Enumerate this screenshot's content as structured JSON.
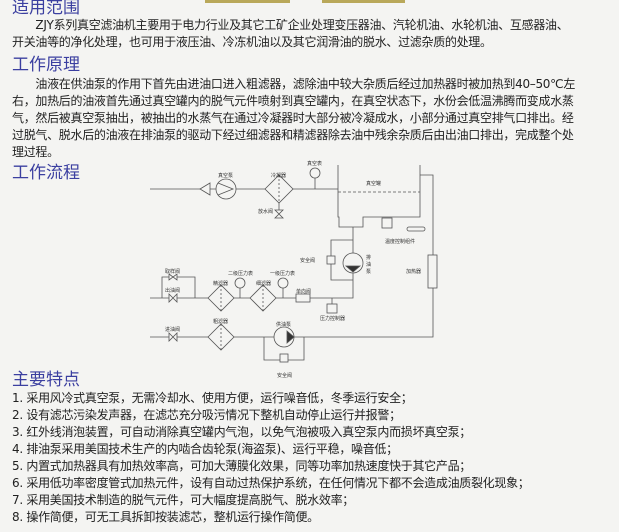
{
  "sections": {
    "scope": {
      "title": "适用范围",
      "lines": [
        "　　ZJY系列真空滤油机主要用于电力行业及其它工矿企业处理变压器油、汽轮机油、水轮机油、互感器油、",
        "开关油等的净化处理，也可用于液压油、冷冻机油以及其它润滑油的脱水、过滤杂质的处理。"
      ]
    },
    "principle": {
      "title": "工作原理",
      "lines": [
        "　　油液在供油泵的作用下首先由进油口进入粗滤器，滤除油中较大杂质后经过加热器时被加热到40–50℃左",
        "右，加热后的油液首先通过真空罐内的脱气元件喷射到真空罐内，在真空状态下，水份会低温沸腾而变成水蒸",
        "气，然后被真空泵抽出，被抽出的水蒸气在通过冷凝器时大部分被冷凝成水，小部分通过真空排气口排出。经",
        "过脱气、脱水后的油液在排油泵的驱动下经过细滤器和精滤器除去油中残余杂质后由出油口排出，完成整个处",
        "理过程。"
      ]
    },
    "flow": {
      "title": "工作流程",
      "labels": {
        "vacuum_gauge": "真空表",
        "vacuum_pump": "真空泵",
        "condenser": "冷凝器",
        "drain_valve": "放水阀",
        "vacuum_tank": "真空罐",
        "temp_control": "温度控制组件",
        "heater": "加热器",
        "discharge_pump": "排油泵",
        "safety_valve_1": "安全阀",
        "sampling_valve": "取样阀",
        "outlet_valve": "出油阀",
        "fine_filter": "精滤器",
        "gauge_2": "二级压力表",
        "medium_filter": "细滤器",
        "gauge_1": "一级压力表",
        "check_valve": "单向阀",
        "pressure_controller": "压力控制器",
        "inlet_valve": "进油阀",
        "coarse_filter": "粗滤器",
        "feed_pump": "供油泵",
        "safety_valve_2": "安全阀"
      }
    },
    "features": {
      "title": "主要特点",
      "items": [
        "1.  采用风冷式真空泵，无需冷却水、使用方便，运行噪音低，冬季运行安全；",
        "2.  设有滤芯污染发声器，在滤芯充分吸污情况下整机自动停止运行并报警；",
        "3.  红外线消泡装置，可自动消除真空罐内气泡，以免气泡被吸入真空泵内而损坏真空泵；",
        "4.  排油泵采用美国技术生产的内啮合齿轮泵(海盗泵)、运行平稳，噪音低；",
        "5.  内置式加热器具有加热效率高，可加大薄膜化效果，同等功率加热速度快于其它产品；",
        "6.  采用低功率密度管式加热元件，设有自动过热保护系统，在任何情况下都不会造成油质裂化现象；",
        "7.  采用美国技术制造的脱气元件，可大幅度提高脱气、脱水效率；",
        "8.  操作简便，可无工具拆卸按装滤芯，整机运行操作简便。"
      ]
    }
  }
}
